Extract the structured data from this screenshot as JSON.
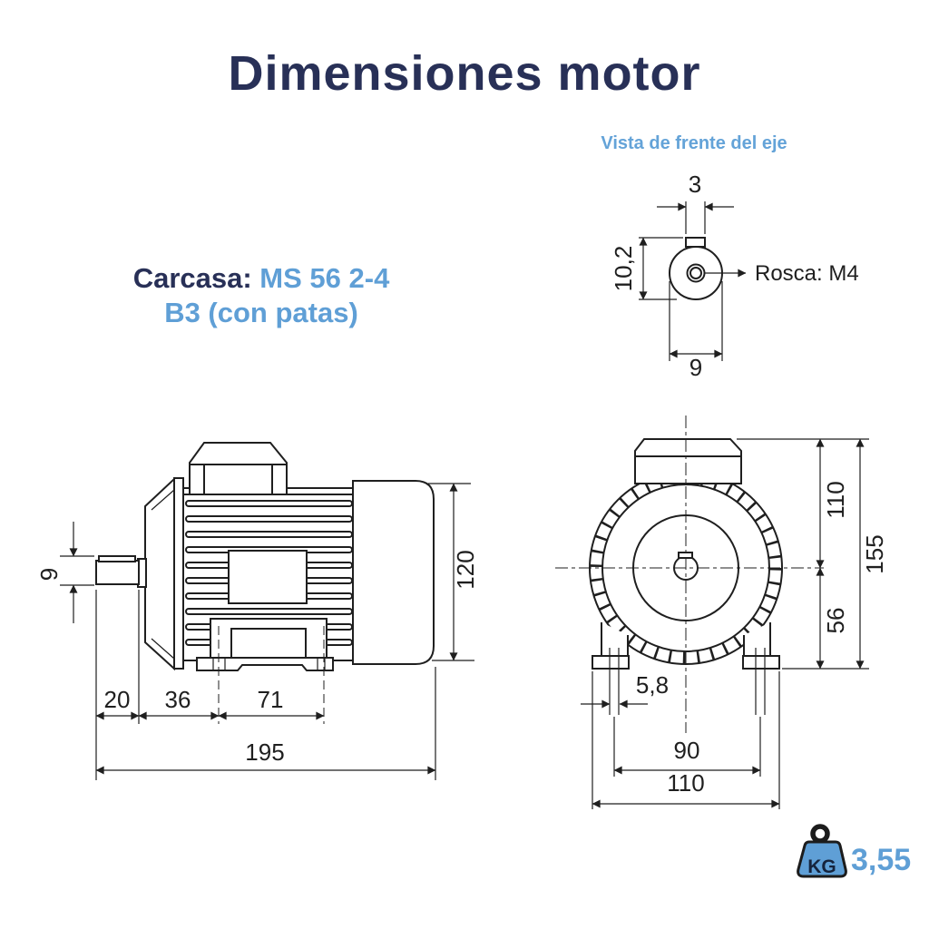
{
  "title": "Dimensiones motor",
  "colors": {
    "navy": "#283057",
    "blue": "#5f9fd6",
    "line": "#1f1f1f",
    "background": "#ffffff"
  },
  "casing": {
    "label": "Carcasa:",
    "value": "MS 56 2-4",
    "mounting": "B3 (con patas)"
  },
  "shaft_front_view": {
    "caption": "Vista de frente del eje",
    "thread_label": "Rosca: M4",
    "dim_key_width": "3",
    "dim_flat_to_bottom": "10,2",
    "dim_shaft_diameter": "9"
  },
  "side_view": {
    "dim_shaft_diameter": "9",
    "dim_shaft_length": "20",
    "dim_front_to_foot_hole": "36",
    "dim_foot_hole_spacing": "71",
    "dim_total_length": "195",
    "dim_body_height": "120"
  },
  "front_view": {
    "dim_top_to_center": "110",
    "dim_center_to_base": "56",
    "dim_total_height": "155",
    "dim_foot_slot_width": "5,8",
    "dim_hole_spacing": "90",
    "dim_base_width": "110"
  },
  "weight": {
    "unit": "KG",
    "value": "3,55"
  }
}
